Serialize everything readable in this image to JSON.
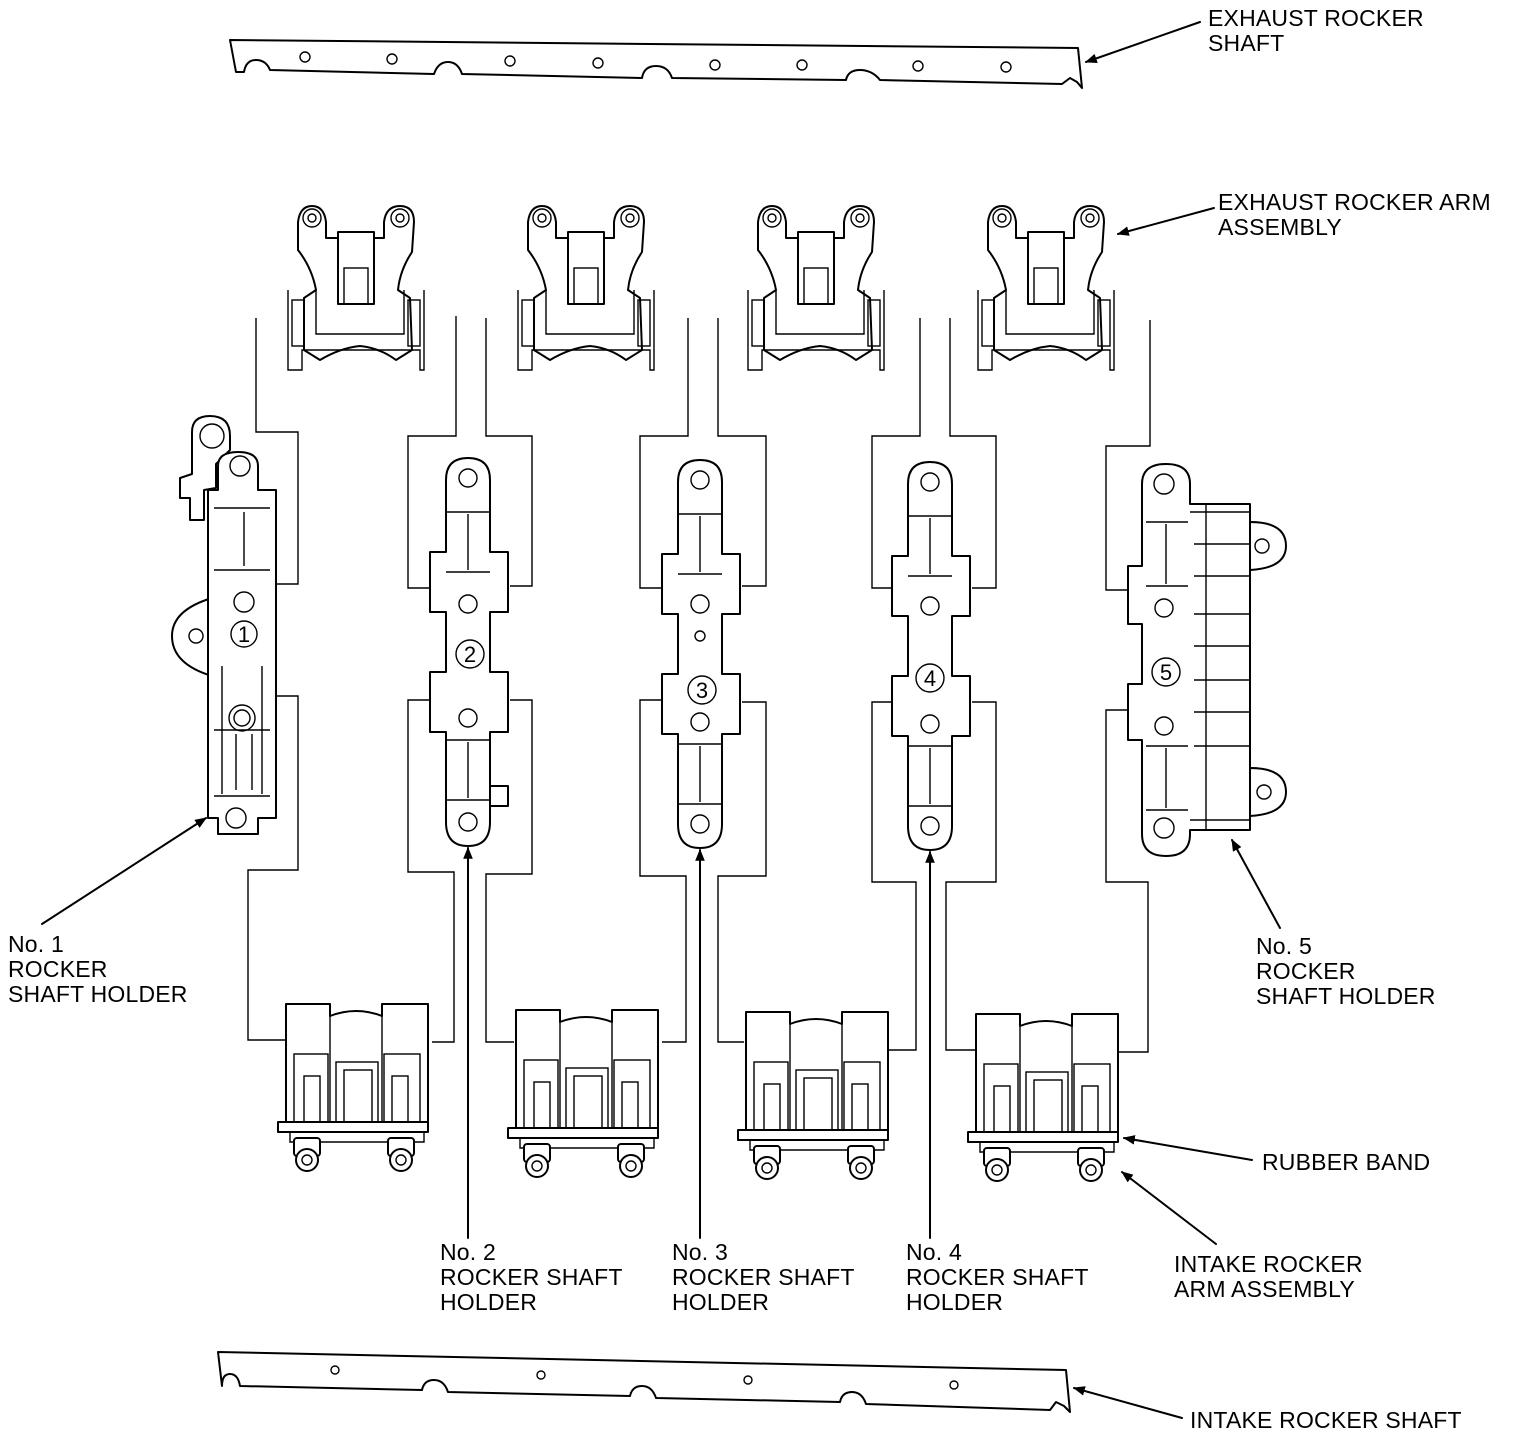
{
  "labels": {
    "exhaust_shaft": "EXHAUST ROCKER\nSHAFT",
    "exhaust_arm": "EXHAUST ROCKER ARM\nASSEMBLY",
    "holder_1": "No. 1\nROCKER\nSHAFT HOLDER",
    "holder_2": "No. 2\nROCKER SHAFT\nHOLDER",
    "holder_3": "No. 3\nROCKER SHAFT\nHOLDER",
    "holder_4": "No. 4\nROCKER SHAFT\nHOLDER",
    "holder_5": "No. 5\nROCKER\nSHAFT HOLDER",
    "rubber_band": "RUBBER BAND",
    "intake_arm": "INTAKE ROCKER\nARM ASSEMBLY",
    "intake_shaft": "INTAKE ROCKER SHAFT"
  },
  "holder_numbers": [
    "1",
    "2",
    "3",
    "4",
    "5"
  ],
  "colors": {
    "ink": "#000000",
    "paper": "#ffffff"
  }
}
